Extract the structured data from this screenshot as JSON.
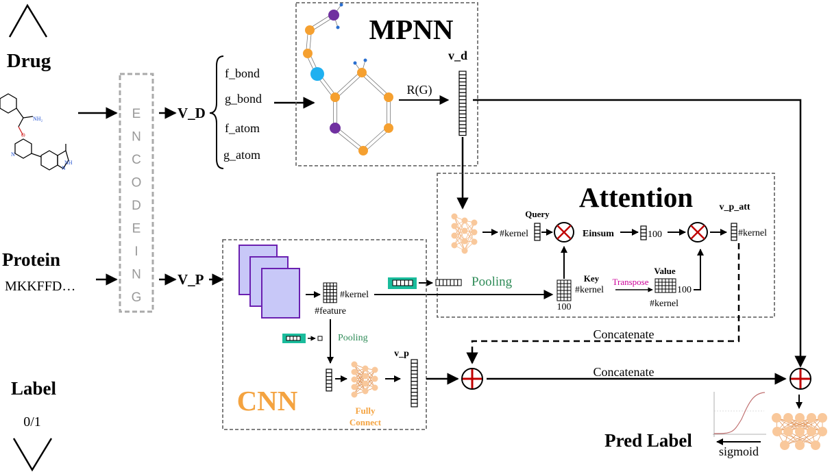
{
  "inputs": {
    "drug": "Drug",
    "protein": "Protein",
    "protein_seq": "MKKFFD…",
    "label": "Label",
    "label_values": "0/1"
  },
  "encoding": {
    "letters": [
      "E",
      "N",
      "C",
      "O",
      "D",
      "E",
      "I",
      "N",
      "G"
    ],
    "v_d_input": "V_D",
    "v_p_input": "V_P"
  },
  "features": [
    "f_bond",
    "g_bond",
    "f_atom",
    "g_atom"
  ],
  "mpnn": {
    "title": "MPNN",
    "readout": "R(G)",
    "vector": "v_d"
  },
  "attention": {
    "title": "Attention",
    "query": "Query",
    "einsum": "Einsum",
    "key": "Key",
    "transpose": "Transpose",
    "value": "Value",
    "kernel": "#kernel",
    "dim_100": "100",
    "vector": "v_p_att",
    "pooling": "Pooling"
  },
  "cnn": {
    "title": "CNN",
    "kernel": "#kernel",
    "feature": "#feature",
    "pooling": "Pooling",
    "fully_connect_1": "Fully",
    "fully_connect_2": "Connect",
    "vector": "v_p"
  },
  "output": {
    "concatenate": "Concatenate",
    "sigmoid": "sigmoid",
    "pred_label": "Pred Label"
  },
  "colors": {
    "mpnn_title": "#1f4e79",
    "attention_title": "#c00000",
    "attention_labels": "#c00000",
    "transpose": "#cc0099",
    "pooling": "#2e8b57",
    "cnn_title": "#f4a340",
    "node_orange": "#f5a030",
    "node_purple": "#7030a0",
    "node_blue": "#1fb0f0",
    "neuron": "#f9c89b",
    "teal": "#1abc9c",
    "feature_map": "#c8c8f8",
    "feature_border": "#6a1fb0"
  }
}
